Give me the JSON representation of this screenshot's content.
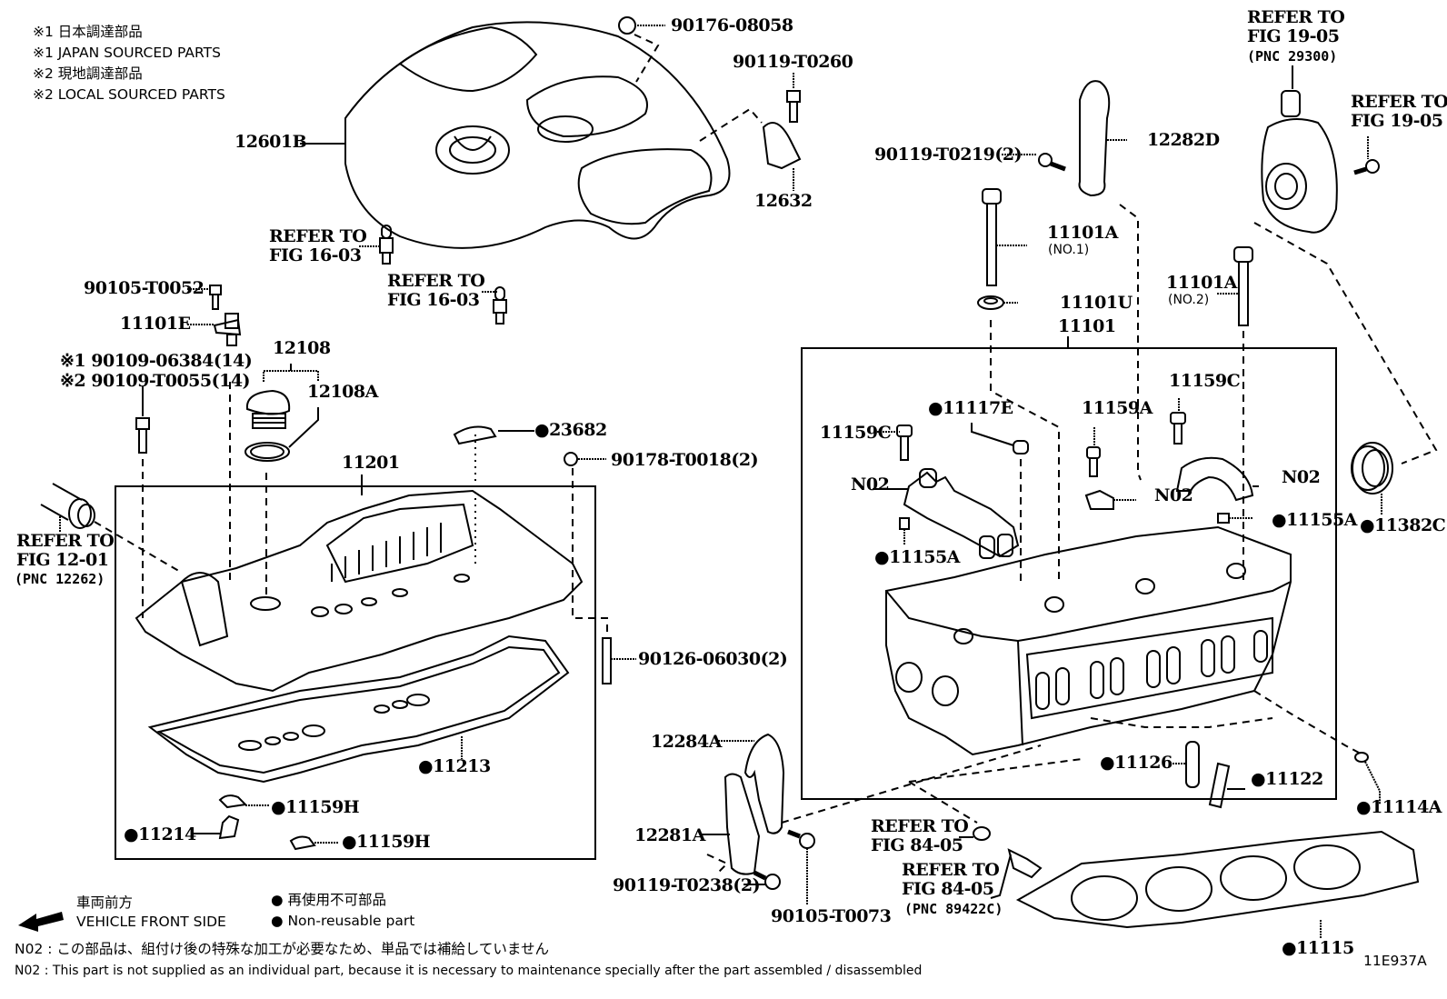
{
  "legend": {
    "source_notes": [
      "※1 日本調達部品",
      "※1 JAPAN SOURCED PARTS",
      "※2 現地調達部品",
      "※2 LOCAL SOURCED PARTS"
    ],
    "front_side_jp": "車両前方",
    "front_side_en": "VEHICLE FRONT SIDE",
    "nonreusable_jp": "● 再使用不可部品",
    "nonreusable_en": "● Non-reusable part",
    "n02_note_jp": "N02 : この部品は、組付け後の特殊な加工が必要なため、単品では補給していません",
    "n02_note_en": "N02 : This part is not supplied as an individual part, because it is necessary to maintenance specially after the part assembled / disassembled",
    "figure_id": "11E937A"
  },
  "parts": {
    "p90176": "90176-08058",
    "p90119_T0260": "90119-T0260",
    "p12632": "12632",
    "p12601B": "12601B",
    "refer_16_03_a": [
      "REFER TO",
      "FIG 16-03"
    ],
    "refer_16_03_b": [
      "REFER TO",
      "FIG 16-03"
    ],
    "p90105_T0052": "90105-T0052",
    "p11101E": "11101E",
    "p90109_06384": "※1 90109-06384(14)",
    "p90109_T0055": "※2 90109-T0055(14)",
    "p12108": "12108",
    "p12108A": "12108A",
    "p23682": "●23682",
    "p90178": "90178-T0018(2)",
    "p11201": "11201",
    "refer_12_01": [
      "REFER TO",
      "FIG 12-01",
      "(PNC 12262)"
    ],
    "p90126": "90126-06030(2)",
    "p11213": "●11213",
    "p11159H_1": "●11159H",
    "p11214": "●11214",
    "p11159H_2": "●11159H",
    "refer_19_05_a": [
      "REFER TO",
      "FIG 19-05",
      "(PNC 29300)"
    ],
    "refer_19_05_b": [
      "REFER TO",
      "FIG 19-05"
    ],
    "p90119_T0219": "90119-T0219(2)",
    "p12282D": "12282D",
    "p11101A_1": "11101A",
    "p11101A_1_sub": "(NO.1)",
    "p11101U": "11101U",
    "p11101": "11101",
    "p11101A_2": "11101A",
    "p11101A_2_sub": "(NO.2)",
    "p11117E": "●11117E",
    "p11159C_1": "11159C",
    "p11159A": "11159A",
    "p11159C_2": "11159C",
    "n02_a": "N02",
    "n02_b": "N02",
    "n02_c": "N02",
    "p11155A_1": "●11155A",
    "p11155A_2": "●11155A",
    "p11382C": "●11382C",
    "p12284A": "12284A",
    "p12281A": "12281A",
    "p90119_T0238": "90119-T0238(2)",
    "p90105_T0073": "90105-T0073",
    "refer_84_05_a": [
      "REFER TO",
      "FIG 84-05"
    ],
    "refer_84_05_b": [
      "REFER TO",
      "FIG 84-05",
      "(PNC 89422C)"
    ],
    "p11126": "●11126",
    "p11122": "●11122",
    "p11114A": "●11114A",
    "p11115": "●11115"
  }
}
